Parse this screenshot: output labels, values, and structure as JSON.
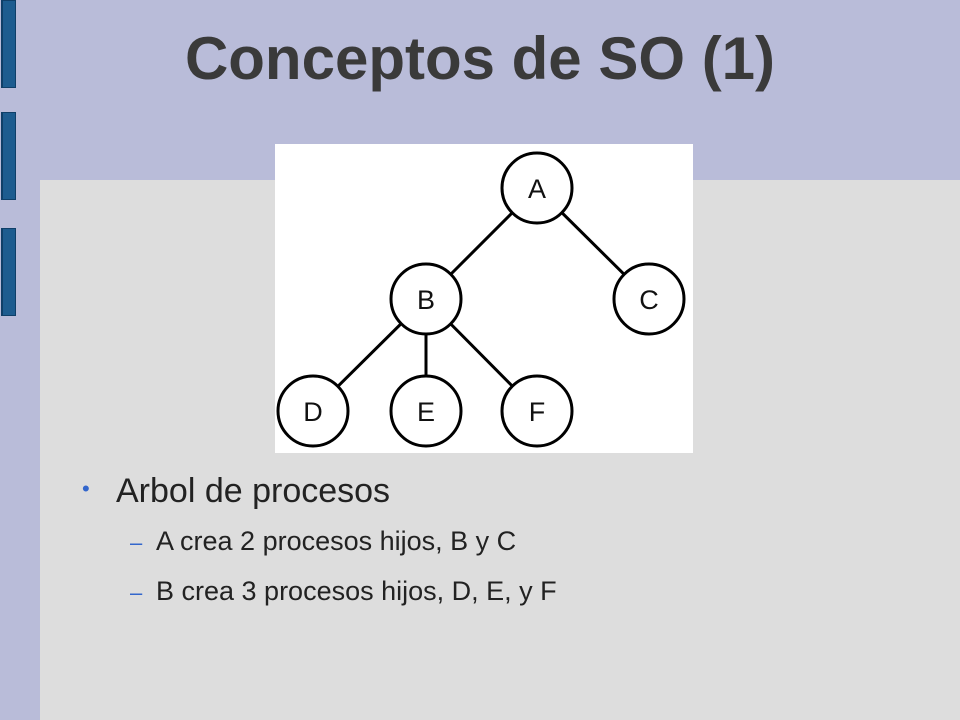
{
  "slide": {
    "title": "Conceptos de SO (1)",
    "figure": {
      "nodes": [
        {
          "id": "A",
          "label": "A"
        },
        {
          "id": "B",
          "label": "B"
        },
        {
          "id": "C",
          "label": "C"
        },
        {
          "id": "D",
          "label": "D"
        },
        {
          "id": "E",
          "label": "E"
        },
        {
          "id": "F",
          "label": "F"
        }
      ],
      "edges": [
        [
          "A",
          "B"
        ],
        [
          "A",
          "C"
        ],
        [
          "B",
          "D"
        ],
        [
          "B",
          "E"
        ],
        [
          "B",
          "F"
        ]
      ]
    },
    "bullets": [
      {
        "text": "Arbol de procesos",
        "sub": [
          "A crea 2 procesos hijos, B y C",
          "B crea 3 procesos hijos, D, E, y F"
        ]
      }
    ],
    "colors": {
      "header_bg": "#b9bcd9",
      "content_bg": "#dddddd",
      "accent_bar": "#1d5c8f",
      "bullet_marker": "#3366cc",
      "title_text": "#3a3a3a"
    }
  }
}
